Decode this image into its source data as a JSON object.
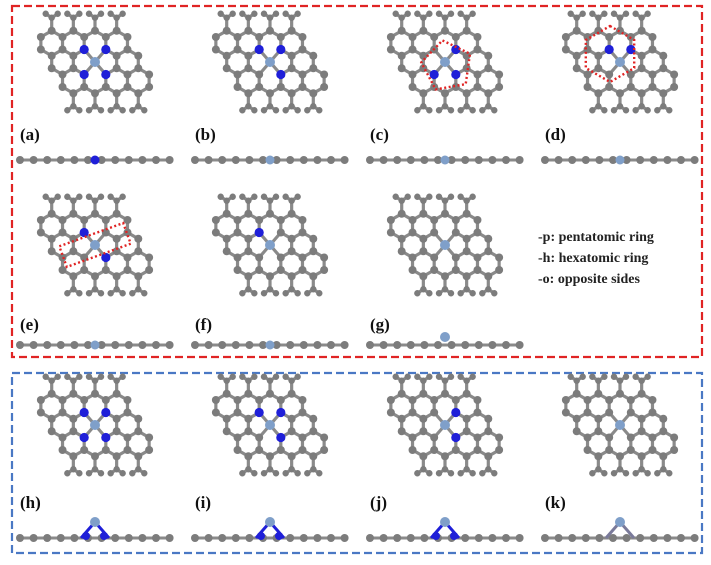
{
  "figure": {
    "panels": [
      {
        "id": "a",
        "label": "(a)",
        "group": "top",
        "nitrogen_sites": [
          0,
          1,
          2,
          3
        ],
        "outline": "none",
        "metal_raised": false
      },
      {
        "id": "b",
        "label": "(b)",
        "group": "top",
        "nitrogen_sites": [
          0,
          1,
          2
        ],
        "outline": "none",
        "metal_raised": false
      },
      {
        "id": "c",
        "label": "(c)",
        "group": "top",
        "nitrogen_sites": [
          1,
          2,
          3
        ],
        "outline": "pentagon",
        "metal_raised": false
      },
      {
        "id": "d",
        "label": "(d)",
        "group": "top",
        "nitrogen_sites": [
          0,
          1
        ],
        "outline": "hexagon",
        "metal_raised": false
      },
      {
        "id": "e",
        "label": "(e)",
        "group": "top",
        "nitrogen_sites": [
          0,
          2
        ],
        "outline": "rectangle",
        "metal_raised": false
      },
      {
        "id": "f",
        "label": "(f)",
        "group": "top",
        "nitrogen_sites": [
          0
        ],
        "outline": "none",
        "metal_raised": false
      },
      {
        "id": "g",
        "label": "(g)",
        "group": "top",
        "nitrogen_sites": [],
        "outline": "none",
        "metal_raised": true
      },
      {
        "id": "h",
        "label": "(h)",
        "group": "bottom",
        "nitrogen_sites": [
          0,
          1,
          2,
          3
        ],
        "outline": "none",
        "metal_raised": true
      },
      {
        "id": "i",
        "label": "(i)",
        "group": "bottom",
        "nitrogen_sites": [
          0,
          1,
          2
        ],
        "outline": "none",
        "metal_raised": true
      },
      {
        "id": "j",
        "label": "(j)",
        "group": "bottom",
        "nitrogen_sites": [
          1,
          2
        ],
        "outline": "none",
        "metal_raised": true
      },
      {
        "id": "k",
        "label": "(k)",
        "group": "bottom",
        "nitrogen_sites": [],
        "outline": "none",
        "metal_raised": true
      }
    ],
    "legend": [
      "-p: pentatomic ring",
      "-h: hexatomic ring",
      "-o: opposite sides"
    ],
    "colors": {
      "carbon": "#7c7c7c",
      "nitrogen": "#1f1fd8",
      "metal": "#7f9fc9",
      "top_box": "#e02424",
      "bottom_box": "#4a78c4",
      "ring_outline": "#e02424"
    }
  }
}
